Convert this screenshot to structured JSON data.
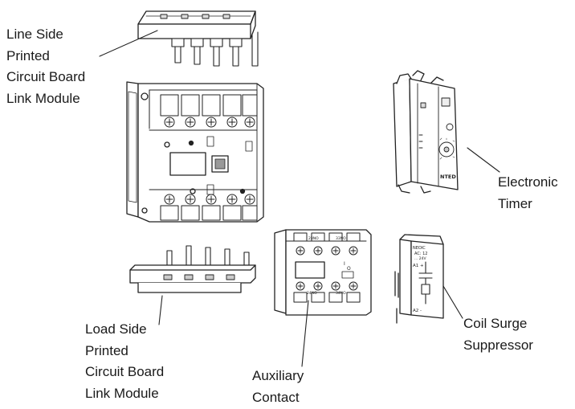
{
  "labels": {
    "line_side": [
      "Line Side",
      "Printed",
      "Circuit Board",
      "Link Module"
    ],
    "load_side": [
      "Load Side",
      "Printed",
      "Circuit Board",
      "Link Module"
    ],
    "auxiliary": [
      "Auxiliary",
      "Contact"
    ],
    "timer": [
      "Electronic",
      "Timer"
    ],
    "coil": [
      "Coil Surge",
      "Suppressor"
    ]
  },
  "markings": {
    "aux_top_left": "23NO",
    "aux_top_right": "33NO",
    "aux_bottom_left": "24NO",
    "aux_bottom_right": "34NO",
    "aux_i": "I",
    "aux_o": "O",
    "timer_brand": "NTED",
    "coil_brand": "NEOIC",
    "coil_ac": "AC: 12",
    "coil_v": "... 24V",
    "coil_a1": "A1 +",
    "coil_a2": "A2 -"
  }
}
